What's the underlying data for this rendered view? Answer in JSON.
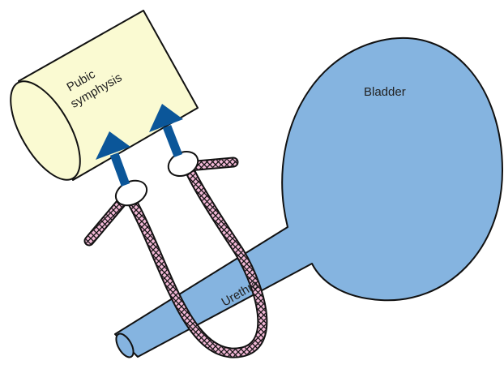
{
  "labels": {
    "pubic_line1": "Pubic",
    "pubic_line2": "symphysis",
    "bladder": "Bladder",
    "urethra": "Urethra"
  },
  "colors": {
    "bladder_fill": "#85b4e0",
    "outline": "#111111",
    "pubic_fill": "#fafad2",
    "sling_fill": "#f2b8d6",
    "arrow": "#0b5699",
    "anchor_fill": "#ffffff"
  }
}
